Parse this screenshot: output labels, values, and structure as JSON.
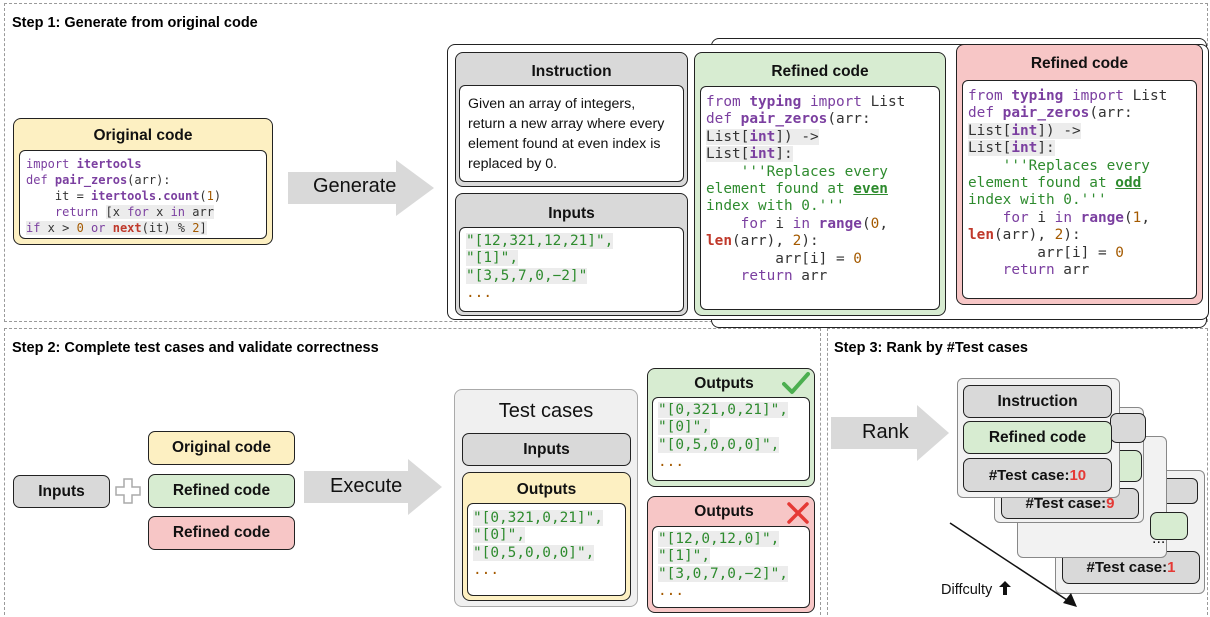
{
  "step1": {
    "title": "Step 1: Generate from original code",
    "original_code": {
      "header": "Original code",
      "lines": [
        "import itertools",
        "def pair_zeros(arr):",
        "    it = itertools.count(1)",
        "    return [x for x in arr",
        "if x > 0 or next(it) % 2]"
      ]
    },
    "arrow_label": "Generate",
    "instruction": {
      "header": "Instruction",
      "text": "Given an array of integers, return a new array where every element found at even index is replaced by 0."
    },
    "inputs": {
      "header": "Inputs",
      "lines": [
        "\"[12,321,12,21]\",",
        "\"[1]\",",
        "\"[3,5,7,0,−2]\"",
        "..."
      ]
    },
    "refined_code_green": {
      "header": "Refined code",
      "highlight_word": "even",
      "range_start": "0"
    },
    "refined_code_red": {
      "header": "Refined code",
      "highlight_word": "odd",
      "range_start": "1"
    }
  },
  "step2": {
    "title": "Step 2: Complete test cases and validate correctness",
    "inputs_label": "Inputs",
    "code_labels": [
      "Original code",
      "Refined code",
      "Refined code"
    ],
    "arrow_label": "Execute",
    "test_cases": {
      "title": "Test cases",
      "inputs_label": "Inputs",
      "outputs_header": "Outputs",
      "outputs": [
        "\"[0,321,0,21]\",",
        "\"[0]\",",
        "\"[0,5,0,0,0]\",",
        "..."
      ]
    },
    "outputs_correct": {
      "header": "Outputs",
      "lines": [
        "\"[0,321,0,21]\",",
        "\"[0]\",",
        "\"[0,5,0,0,0]\",",
        "..."
      ]
    },
    "outputs_wrong": {
      "header": "Outputs",
      "lines": [
        "\"[12,0,12,0]\",",
        "\"[1]\",",
        "\"[3,0,7,0,−2]\",",
        "..."
      ]
    }
  },
  "step3": {
    "title": "Step 3: Rank by #Test cases",
    "arrow_label": "Rank",
    "front_card": {
      "instruction": "Instruction",
      "refined_code": "Refined code",
      "test_case_label": "#Test case:",
      "test_case_count": "10"
    },
    "second_card": {
      "test_case_label": "#Test case:",
      "test_case_count": "9"
    },
    "last_card": {
      "test_case_label": "#Test case:",
      "test_case_count": "1"
    },
    "ellipsis": "...",
    "difficulty_label": "Diffculty"
  },
  "colors": {
    "yellow": "#fdf0c2",
    "green": "#d7ecd1",
    "red": "#f7c6c6",
    "grey": "#d9d9d9",
    "check": "#4caf50",
    "cross": "#e53935",
    "count_red": "#e53935"
  }
}
